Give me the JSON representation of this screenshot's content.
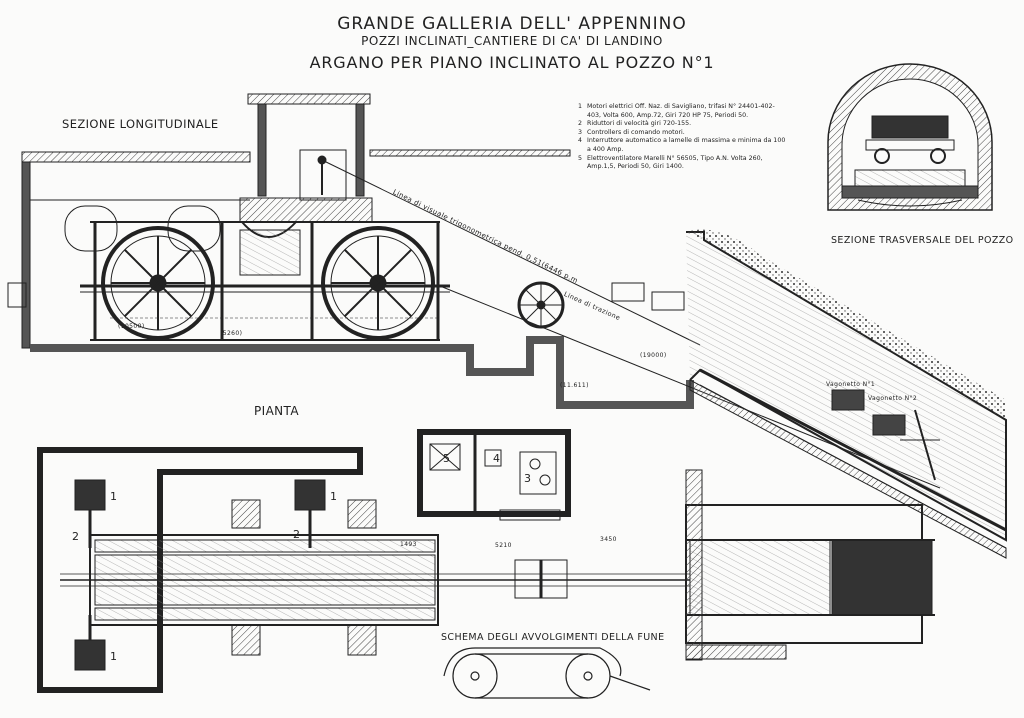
{
  "title": "GRANDE GALLERIA DELL' APPENNINO",
  "subtitle": "POZZI INCLINATI_CANTIERE DI CA' DI LANDINO",
  "heading": "ARGANO PER PIANO INCLINATO AL POZZO N°1",
  "sections": {
    "longitudinal": "SEZIONE LONGITUDINALE",
    "transverse": "SEZIONE TRASVERSALE DEL POZZO",
    "plan": "PIANTA",
    "rope_scheme": "SCHEMA DEGLI AVVOLGIMENTI DELLA FUNE"
  },
  "legend": [
    {
      "num": "1",
      "text": "Motori elettrici Off. Naz. di Savigliano, trifasi N° 24401-402-403, Volta 600, Amp.72, Giri 720 HP 75, Periodi 50."
    },
    {
      "num": "2",
      "text": "Riduttori di velocità giri 720-155."
    },
    {
      "num": "3",
      "text": "Controllers di comando motori."
    },
    {
      "num": "4",
      "text": "Interruttore automatico a lamelle di massima e minima da 100 a 400 Amp."
    },
    {
      "num": "5",
      "text": "Elettroventilatore Marelli N° 56505, Tipo A.N. Volta 260, Amp.1,5, Periodi 50, Giri 1400."
    }
  ],
  "annotations": {
    "sight_line": "Linea di visuale trigonometrica pend. 0,51(6446 p.m",
    "rope_line": "Linea di trazione",
    "wagon1": "Vagonetto N°1",
    "wagon2": "Vagonetto N°2"
  },
  "dimensions": [
    "(10500)",
    "(5260)",
    "(11.611)",
    "(19000)",
    "5210",
    "3450",
    "1493"
  ],
  "plan_numbers": [
    "1",
    "1",
    "2",
    "2",
    "1",
    "3",
    "4",
    "5"
  ]
}
